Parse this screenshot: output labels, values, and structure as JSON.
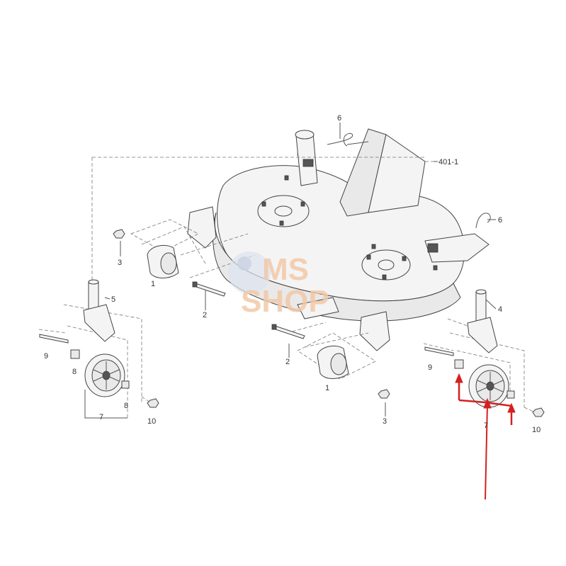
{
  "callouts": {
    "c1a": "1",
    "c1b": "1",
    "c2a": "2",
    "c2b": "2",
    "c3a": "3",
    "c3b": "3",
    "c4": "4",
    "c5": "5",
    "c6a": "6",
    "c6b": "6",
    "c7a": "7",
    "c7b": "7",
    "c8a": "8",
    "c8b": "8",
    "c9a": "9",
    "c9b": "9",
    "c10a": "10",
    "c10b": "10",
    "c401": "401-1"
  },
  "watermark": {
    "line1": "MS",
    "line2": "SHOP"
  },
  "colors": {
    "highlight_arrow": "#d42020",
    "line": "#555555",
    "watermark": "#f2c9a8"
  }
}
